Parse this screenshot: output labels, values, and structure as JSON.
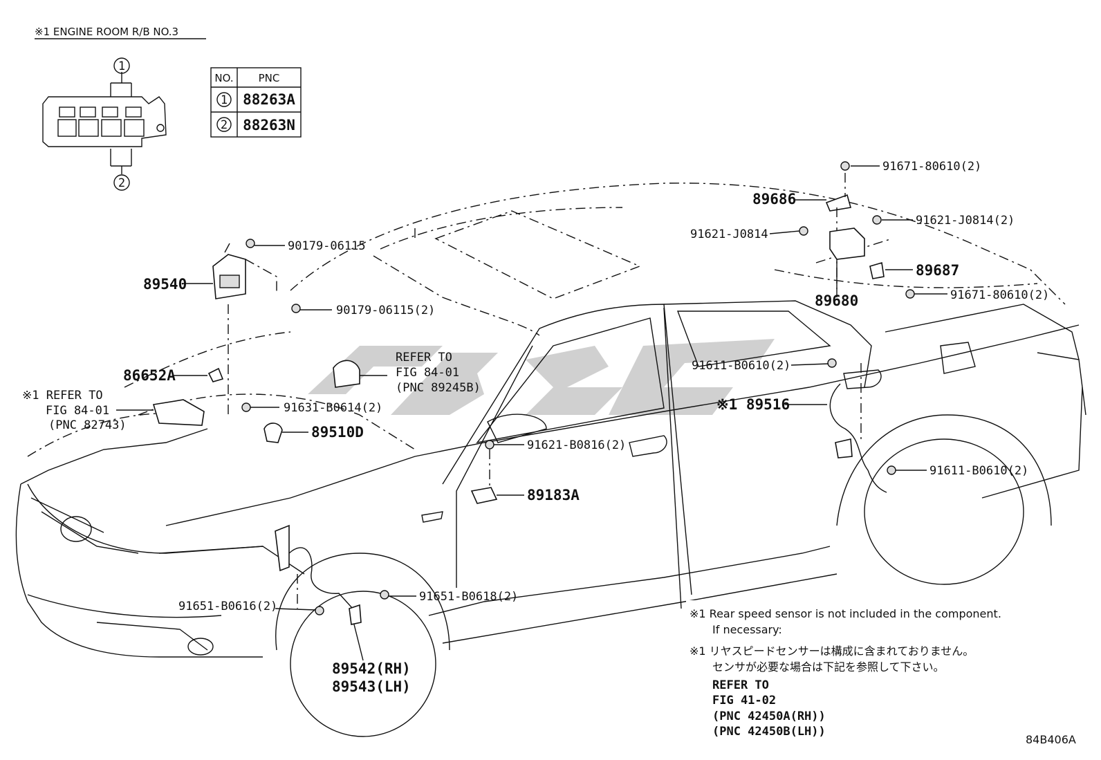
{
  "header": {
    "title": "※1 ENGINE ROOM R/B NO.3"
  },
  "pnc_table": {
    "headers": [
      "NO.",
      "PNC"
    ],
    "rows": [
      {
        "no": "1",
        "pnc": "88263A"
      },
      {
        "no": "2",
        "pnc": "88263N"
      }
    ]
  },
  "relay_box": {
    "callout_top": "1",
    "callout_bottom": "2"
  },
  "labels": {
    "l_91671_top": "91671-80610(2)",
    "l_89686": "89686",
    "l_91621_j0814_left": "91621-J0814",
    "l_91621_j0814_right": "91621-J0814(2)",
    "l_89687": "89687",
    "l_89680": "89680",
    "l_91671_bottom": "91671-80610(2)",
    "l_90179_a": "90179-06115",
    "l_89540": "89540",
    "l_90179_b": "90179-06115(2)",
    "l_refer1_a": "REFER TO",
    "l_refer1_b": "FIG 84-01",
    "l_refer1_c": "(PNC 89245B)",
    "l_86652a": "86652A",
    "l_refer2_a": "※1 REFER TO",
    "l_refer2_b": "FIG 84-01",
    "l_refer2_c": "(PNC 82743)",
    "l_91631": "91631-B0614(2)",
    "l_89510d": "89510D",
    "l_91611_top": "91611-B0610(2)",
    "l_89516": "※1 89516",
    "l_91621_b0816": "91621-B0816(2)",
    "l_91611_bottom": "91611-B0610(2)",
    "l_89183a": "89183A",
    "l_91651_b0618": "91651-B0618(2)",
    "l_91651_b0616": "91651-B0616(2)",
    "l_89542": "89542(RH)",
    "l_89543": "89543(LH)"
  },
  "notes": {
    "en_line1": "※1 Rear speed sensor is not included in the component.",
    "en_line2": "If necessary:",
    "jp_line1": "※1 リヤスピードセンサーは構成に含まれておりません。",
    "jp_line2": "センサが必要な場合は下記を参照して下さい。",
    "ref_line1": "REFER TO",
    "ref_line2": "FIG 41-02",
    "ref_line3": "(PNC 42450A(RH))",
    "ref_line4": "(PNC 42450B(LH))"
  },
  "figure_id": "84B406A",
  "colors": {
    "line": "#111111",
    "watermark": "#c8c8c8"
  }
}
